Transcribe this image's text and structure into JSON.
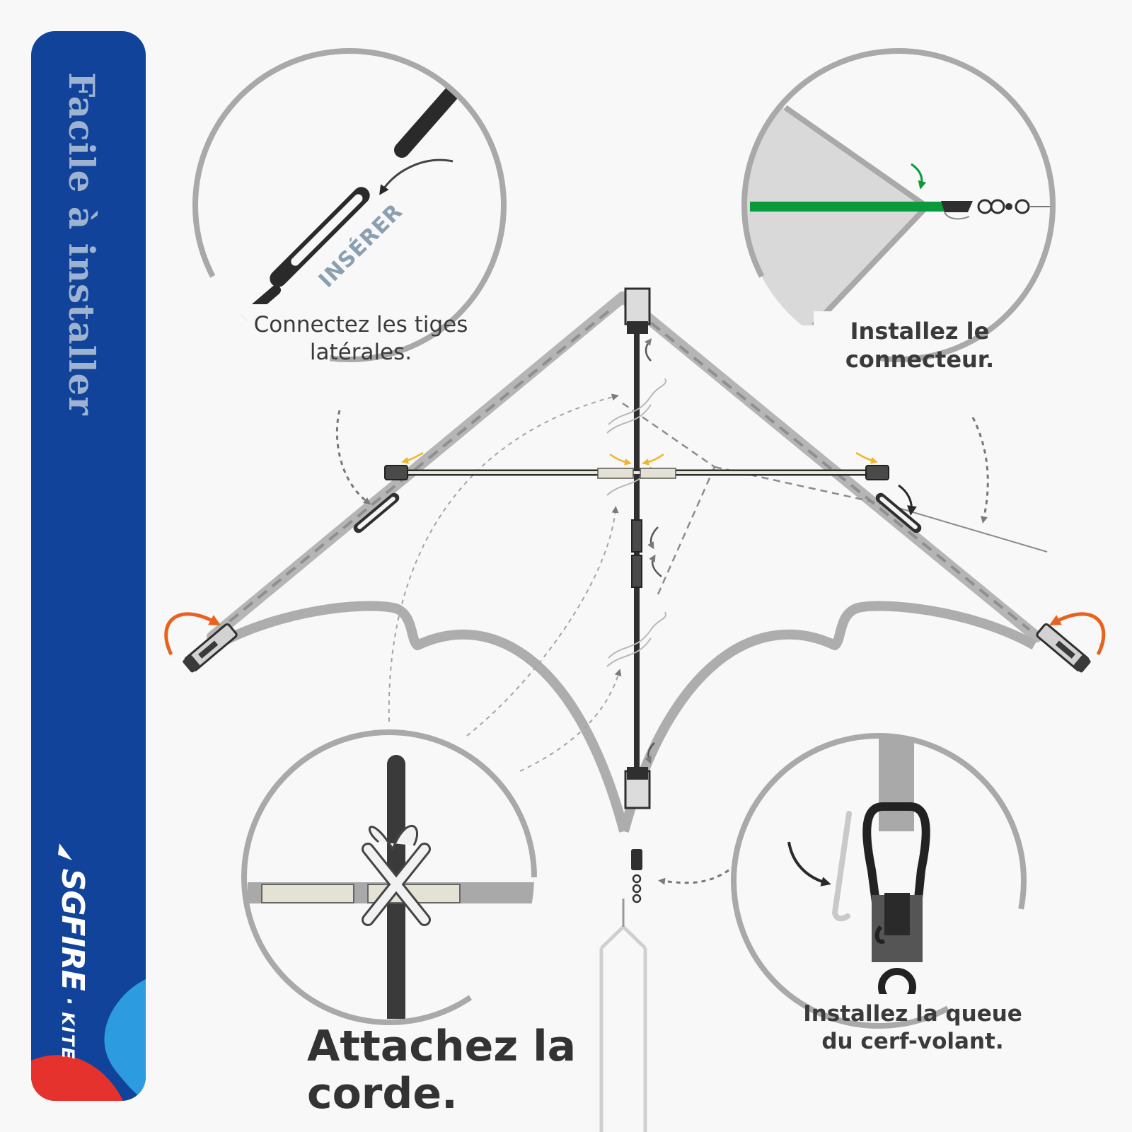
{
  "sidebar": {
    "title": "Facile à installer",
    "brand": "SGFIRE",
    "brand_separator": "·",
    "brand_sub": "KITE",
    "color": "#12439a"
  },
  "steps": [
    {
      "caption_lines": [
        "Connectez les tiges",
        "latérales."
      ],
      "detail_label": "INSÉRER"
    },
    {
      "caption_lines": [
        "Installez le",
        "connecteur."
      ]
    },
    {
      "caption_lines": [
        "Attachez la",
        "corde."
      ]
    },
    {
      "caption_lines": [
        "Installez la queue",
        "du cerf-volant."
      ]
    }
  ],
  "colors": {
    "background": "#f8f8f8",
    "frame_gray": "#a9a9a9",
    "rod_dark": "#2f2f2f",
    "connector_green": "#0a9a3a",
    "arrow_orange": "#e8621f",
    "arrow_yellow": "#f2b52e"
  }
}
